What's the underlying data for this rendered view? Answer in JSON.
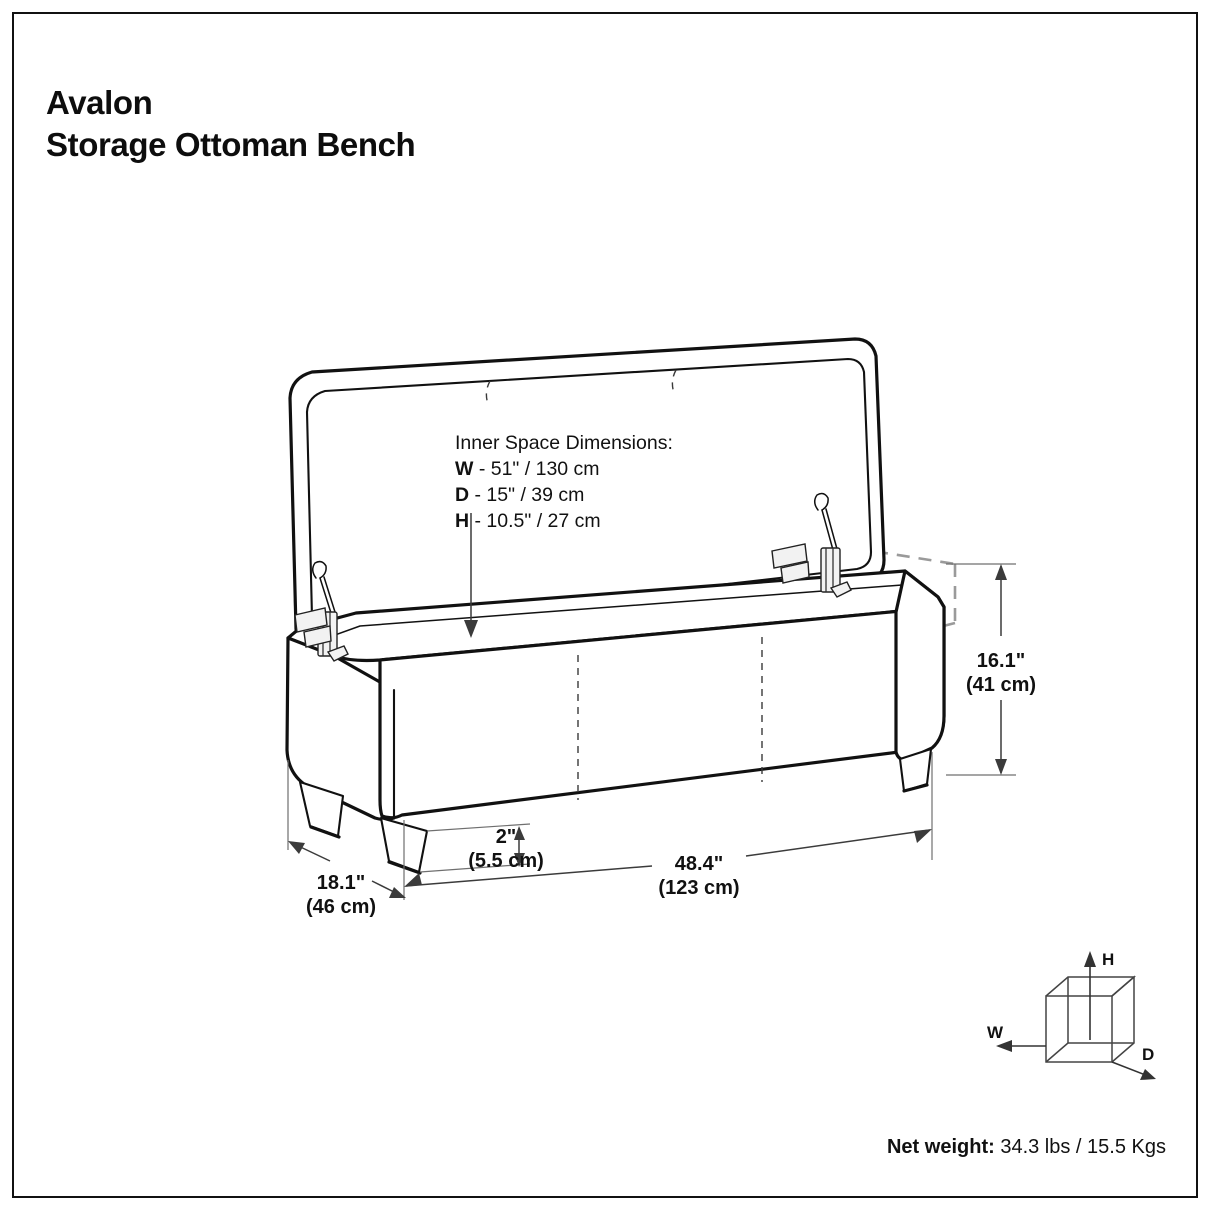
{
  "product": {
    "brand_line": "Avalon",
    "name_line": "Storage Ottoman Bench"
  },
  "inner_space": {
    "heading": "Inner Space Dimensions:",
    "rows": [
      {
        "key": "W",
        "value": "- 51\" / 130 cm"
      },
      {
        "key": "D",
        "value": "- 15\" / 39 cm"
      },
      {
        "key": "H",
        "value": "- 10.5\" / 27 cm"
      }
    ]
  },
  "dimensions": {
    "height_in": "16.1\"",
    "height_cm": "(41 cm)",
    "width_in": "48.4\"",
    "width_cm": "(123 cm)",
    "depth_in": "18.1\"",
    "depth_cm": "(46 cm)",
    "leg_in": "2\"",
    "leg_cm": "(5.5 cm)"
  },
  "legend": {
    "height_axis": "H",
    "width_axis": "W",
    "depth_axis": "D"
  },
  "footer": {
    "weight_label": "Net weight:",
    "weight_value": "34.3 lbs / 15.5 Kgs"
  },
  "colors": {
    "ink": "#111111",
    "dashed_inner": "#9a9a9a",
    "dimension": "#3b3b3b",
    "background": "#ffffff"
  }
}
